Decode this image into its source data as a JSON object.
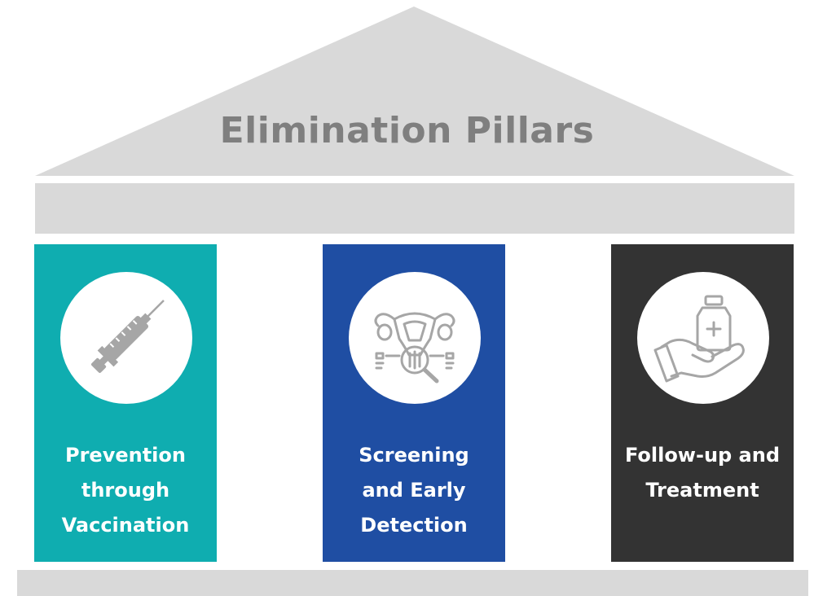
{
  "diagram": {
    "title": "Elimination Pillars",
    "colors": {
      "roof": "#d9d9d9",
      "title_text": "#7f7f7f",
      "label_text": "#ffffff",
      "icon_stroke": "#a6a6a6"
    },
    "pillars": [
      {
        "icon": "syringe-icon",
        "color": "#0fadb0",
        "label_lines": [
          "Prevention",
          "through",
          "Vaccination"
        ]
      },
      {
        "icon": "uterus-magnifier-icon",
        "color": "#1f4ea3",
        "label_lines": [
          "Screening",
          "and Early",
          "Detection"
        ]
      },
      {
        "icon": "hand-medicine-icon",
        "color": "#333333",
        "label_lines": [
          "Follow-up and",
          "Treatment"
        ]
      }
    ]
  }
}
